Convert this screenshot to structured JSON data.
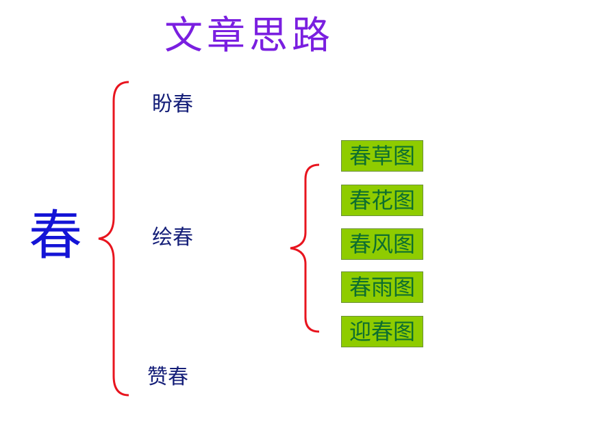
{
  "title": "文章思路",
  "root": "春",
  "branches": [
    "盼春",
    "绘春",
    "赞春"
  ],
  "sub_items": [
    "春草图",
    "春花图",
    "春风图",
    "春雨图",
    "迎春图"
  ],
  "colors": {
    "title": "#7a1fe0",
    "root": "#1414d6",
    "branch_text": "#141e78",
    "brace": "#e8141e",
    "leaf_fill": "#8fcc00",
    "leaf_text": "#0d6e2f"
  }
}
